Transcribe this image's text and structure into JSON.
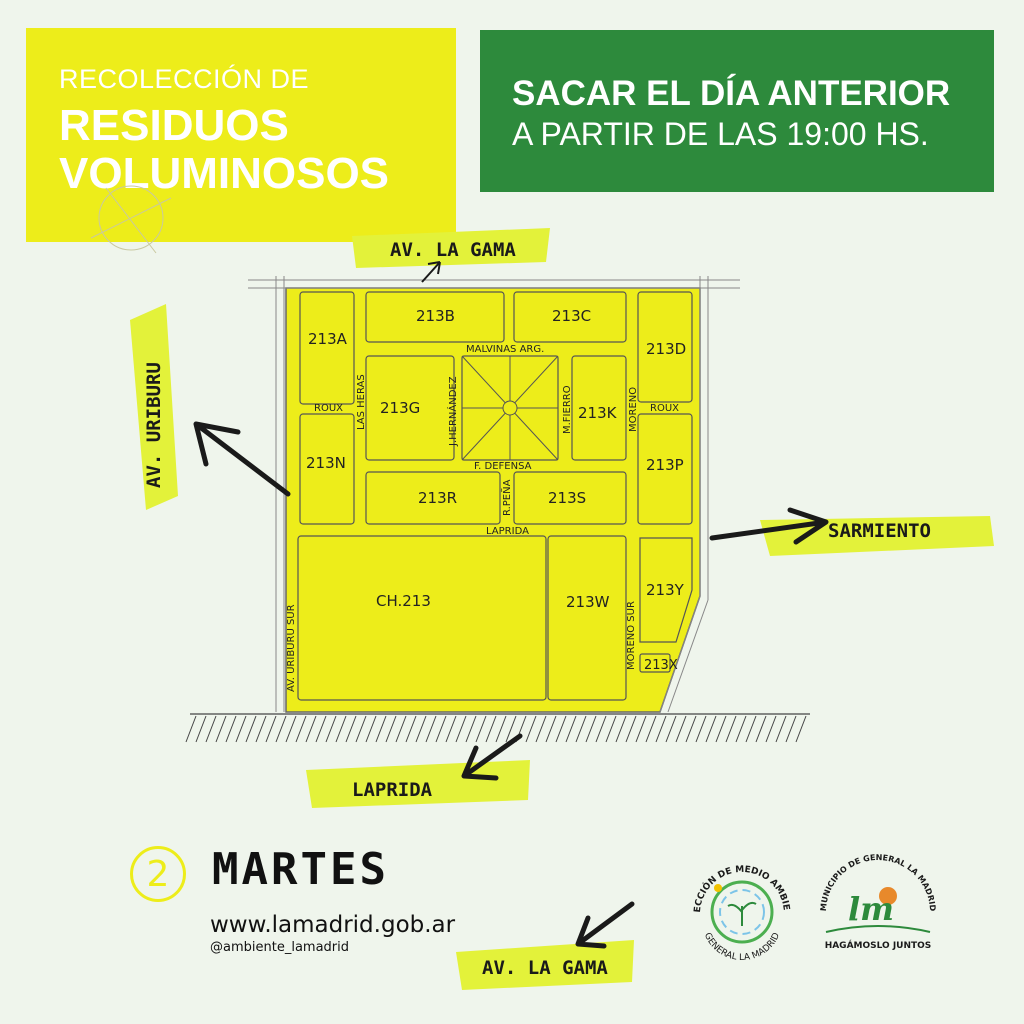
{
  "header": {
    "line1": "RECOLECCIÓN DE",
    "line2": "RESIDUOS",
    "line3": "VOLUMINOSOS"
  },
  "notice": {
    "line1": "SACAR EL DÍA ANTERIOR",
    "line2": "A PARTIR DE LAS 19:00 HS."
  },
  "map": {
    "streets": {
      "av_la_gama_top": "AV. LA GAMA",
      "av_uriburu": "AV. URIBURU",
      "sarmiento": "SARMIENTO",
      "laprida_bottom": "LAPRIDA",
      "av_la_gama_bottom": "AV. LA GAMA",
      "malvinas": "MALVINAS ARG.",
      "las_heras": "LAS HERAS",
      "j_hernandez": "J.HERNÁNDEZ",
      "m_fierro": "M.FIERRO",
      "moreno": "MORENO",
      "roux_left": "ROUX",
      "roux_right": "ROUX",
      "f_defensa": "F. DEFENSA",
      "r_pena": "R.PEÑA",
      "laprida_inner": "LAPRIDA",
      "av_uriburu_sur": "AV. URIBURU SUR",
      "moreno_sur": "MORENO SUR"
    },
    "blocks": {
      "b213a": "213A",
      "b213b": "213B",
      "b213c": "213C",
      "b213d": "213D",
      "b213g": "213G",
      "b213k": "213K",
      "b213n": "213N",
      "b213p": "213P",
      "b213r": "213R",
      "b213s": "213S",
      "ch213": "CH.213",
      "b213w": "213W",
      "b213y": "213Y",
      "b213x": "213X"
    },
    "colors": {
      "zone": "#eded1a",
      "highlight": "#e3f23a",
      "ink": "#1a1a1a"
    }
  },
  "schedule": {
    "number": "2",
    "day": "MARTES"
  },
  "contact": {
    "website": "www.lamadrid.gob.ar",
    "handle": "@ambiente_lamadrid"
  },
  "logos": {
    "medio_ambiente_top": "DIRECCIÓN DE MEDIO AMBIENTE",
    "medio_ambiente_bottom": "GENERAL LA MADRID",
    "municipio_top": "MUNICIPIO DE GENERAL LA MADRID",
    "municipio_mark": "lm",
    "municipio_bottom": "HAGÁMOSLO JUNTOS"
  }
}
